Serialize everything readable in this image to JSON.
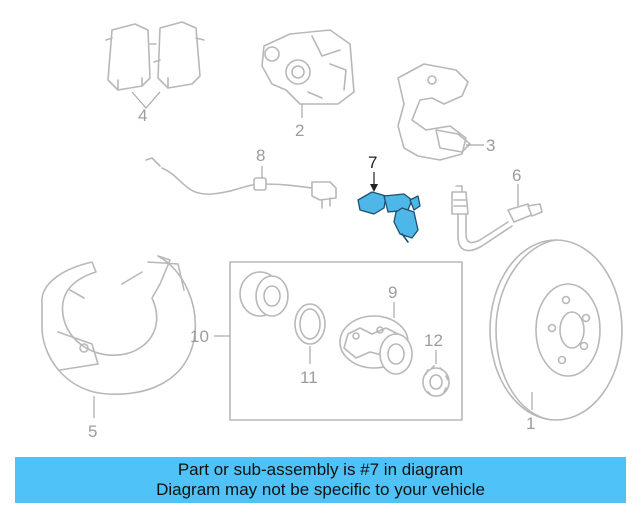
{
  "diagram": {
    "highlight_color": "#4db8e8",
    "callouts": {
      "c1": "1",
      "c2": "2",
      "c3": "3",
      "c4": "4",
      "c5": "5",
      "c6": "6",
      "c7": "7",
      "c8": "8",
      "c9": "9",
      "c10": "10",
      "c11": "11",
      "c12": "12"
    }
  },
  "banner": {
    "color": "#4fc3f7",
    "line1": "Part or sub-assembly is #7 in diagram",
    "line2": "Diagram may not be specific to your vehicle"
  }
}
